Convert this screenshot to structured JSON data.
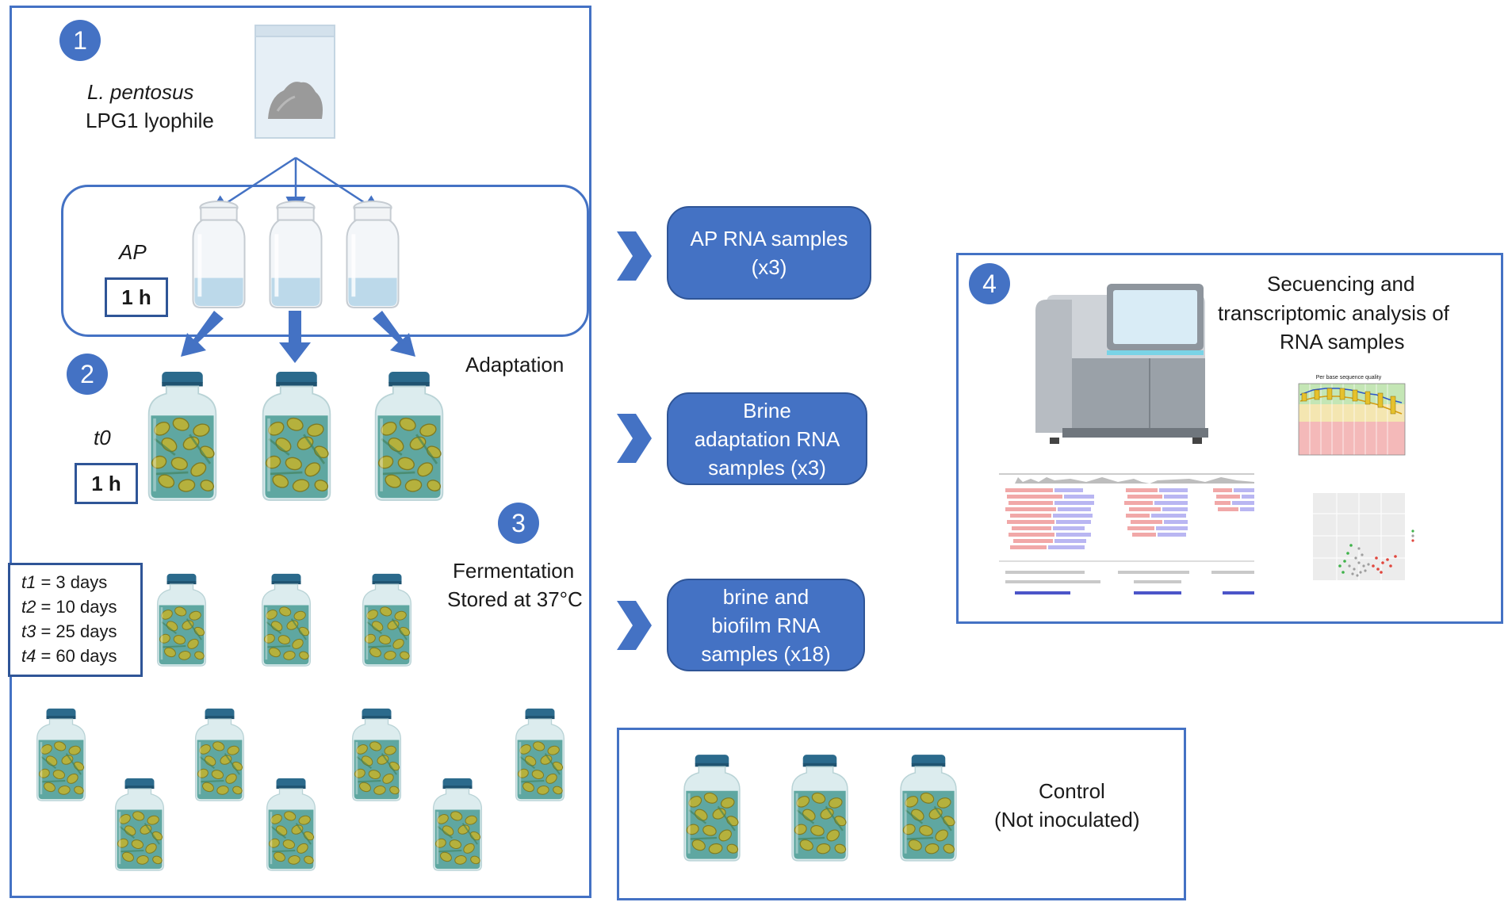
{
  "steps": {
    "step1": "1",
    "step2": "2",
    "step3": "3",
    "step4": "4"
  },
  "lyophile": {
    "species": "L. pentosus",
    "strain": "LPG1 lyophile"
  },
  "ap": {
    "label": "AP",
    "time": "1 h"
  },
  "adaptation": {
    "label": "Adaptation",
    "t0_label": "t0",
    "time": "1 h"
  },
  "fermentation": {
    "line1": "Fermentation",
    "line2": "Stored at 37°C",
    "timepoints": [
      {
        "t": "t1",
        "text": " = 3 days"
      },
      {
        "t": "t2",
        "text": " = 10 days"
      },
      {
        "t": "t3",
        "text": " = 25 days"
      },
      {
        "t": "t4",
        "text": " = 60 days"
      }
    ]
  },
  "samples": {
    "ap_line1": "AP RNA samples",
    "ap_line2": "(x3)",
    "brine_line1": "Brine",
    "brine_line2": "adaptation RNA",
    "brine_line3": "samples (x3)",
    "biofilm_line1": "brine and",
    "biofilm_line2": "biofilm RNA",
    "biofilm_line3": "samples (x18)"
  },
  "sequencing": {
    "line1": "Secuencing and",
    "line2": "transcriptomic analysis of",
    "line3": "RNA samples",
    "plot_title": "Per base sequence quality"
  },
  "control": {
    "line1": "Control",
    "line2": "(Not inoculated)"
  },
  "colors": {
    "accent": "#4472c4",
    "accent_dark": "#2f5597",
    "jar_lid": "#2b6a8c",
    "olive": "#a9a53a",
    "brine": "#5fa7a1"
  }
}
